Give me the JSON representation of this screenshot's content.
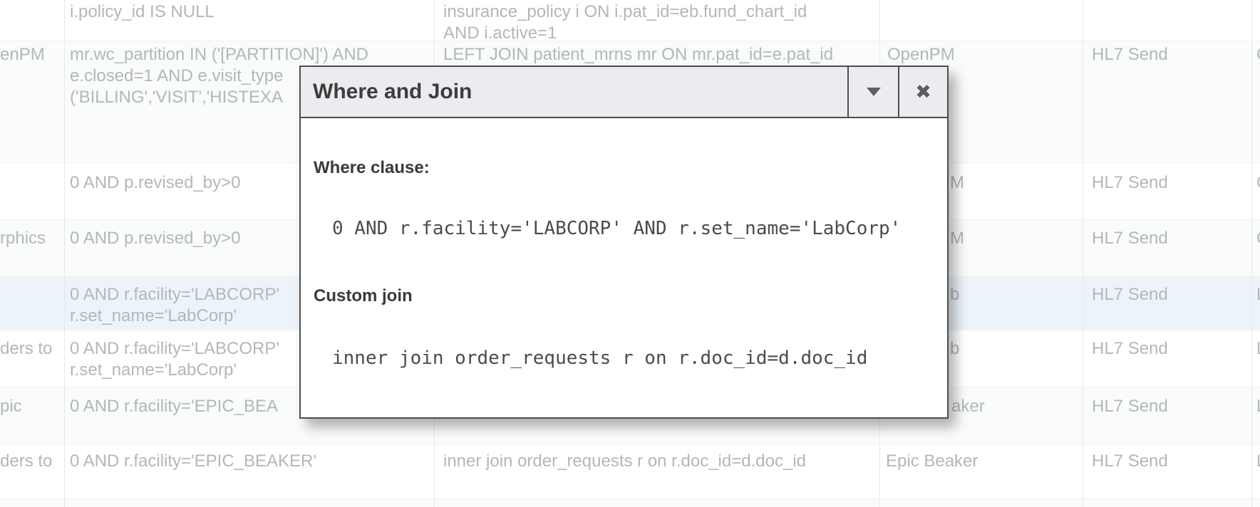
{
  "modal": {
    "title": "Where and Join",
    "close_glyph": "✖",
    "sections": [
      {
        "label": "Where clause:",
        "value": "0 AND r.facility='LABCORP' AND r.set_name='LabCorp'"
      },
      {
        "label": "Custom join",
        "value": "inner join order_requests r on r.doc_id=d.doc_id"
      }
    ]
  },
  "table": {
    "rows": [
      {
        "prefix": "",
        "where": [
          "i.policy_id IS NULL"
        ],
        "join": [
          "insurance_policy i ON i.pat_id=eb.fund_chart_id",
          "AND i.active=1"
        ],
        "system": "",
        "action": "",
        "edge": "",
        "selected": false
      },
      {
        "prefix": "enPM",
        "where": [
          "mr.wc_partition IN ('[PARTITION]') AND",
          "e.closed=1 AND e.visit_type",
          "('BILLING','VISIT','HISTEXA"
        ],
        "join": [
          "LEFT JOIN patient_mrns mr ON mr.pat_id=e.pat_id"
        ],
        "system": "OpenPM",
        "action": "HL7 Send",
        "edge": "O",
        "selected": false
      },
      {
        "prefix": "",
        "where": [
          "0 AND p.revised_by>0"
        ],
        "join": [],
        "system": "M",
        "action": "HL7 Send",
        "edge": "O",
        "selected": false
      },
      {
        "prefix": "rphics",
        "where": [
          "0 AND p.revised_by>0"
        ],
        "join": [],
        "system": "M",
        "action": "HL7 Send",
        "edge": "O",
        "selected": false
      },
      {
        "prefix": "",
        "where": [
          "0 AND r.facility='LABCORP'",
          "r.set_name='LabCorp'"
        ],
        "join": [],
        "system": "b",
        "action": "HL7 Send",
        "edge": "L",
        "selected": true
      },
      {
        "prefix": "ders to",
        "where": [
          "0 AND r.facility='LABCORP'",
          "r.set_name='LabCorp'"
        ],
        "join": [],
        "system": "b",
        "action": "HL7 Send",
        "edge": "L",
        "selected": false
      },
      {
        "prefix": "pic",
        "where": [
          "0 AND r.facility='EPIC_BEA"
        ],
        "join": [],
        "system": "aker",
        "action": "HL7 Send",
        "edge": "L",
        "selected": false
      },
      {
        "prefix": "ders to",
        "where": [
          "0 AND r.facility='EPIC_BEAKER'"
        ],
        "join": [
          "inner join order_requests r on r.doc_id=d.doc_id"
        ],
        "system": "Epic Beaker",
        "action": "HL7 Send",
        "edge": "L",
        "selected": false
      }
    ]
  }
}
